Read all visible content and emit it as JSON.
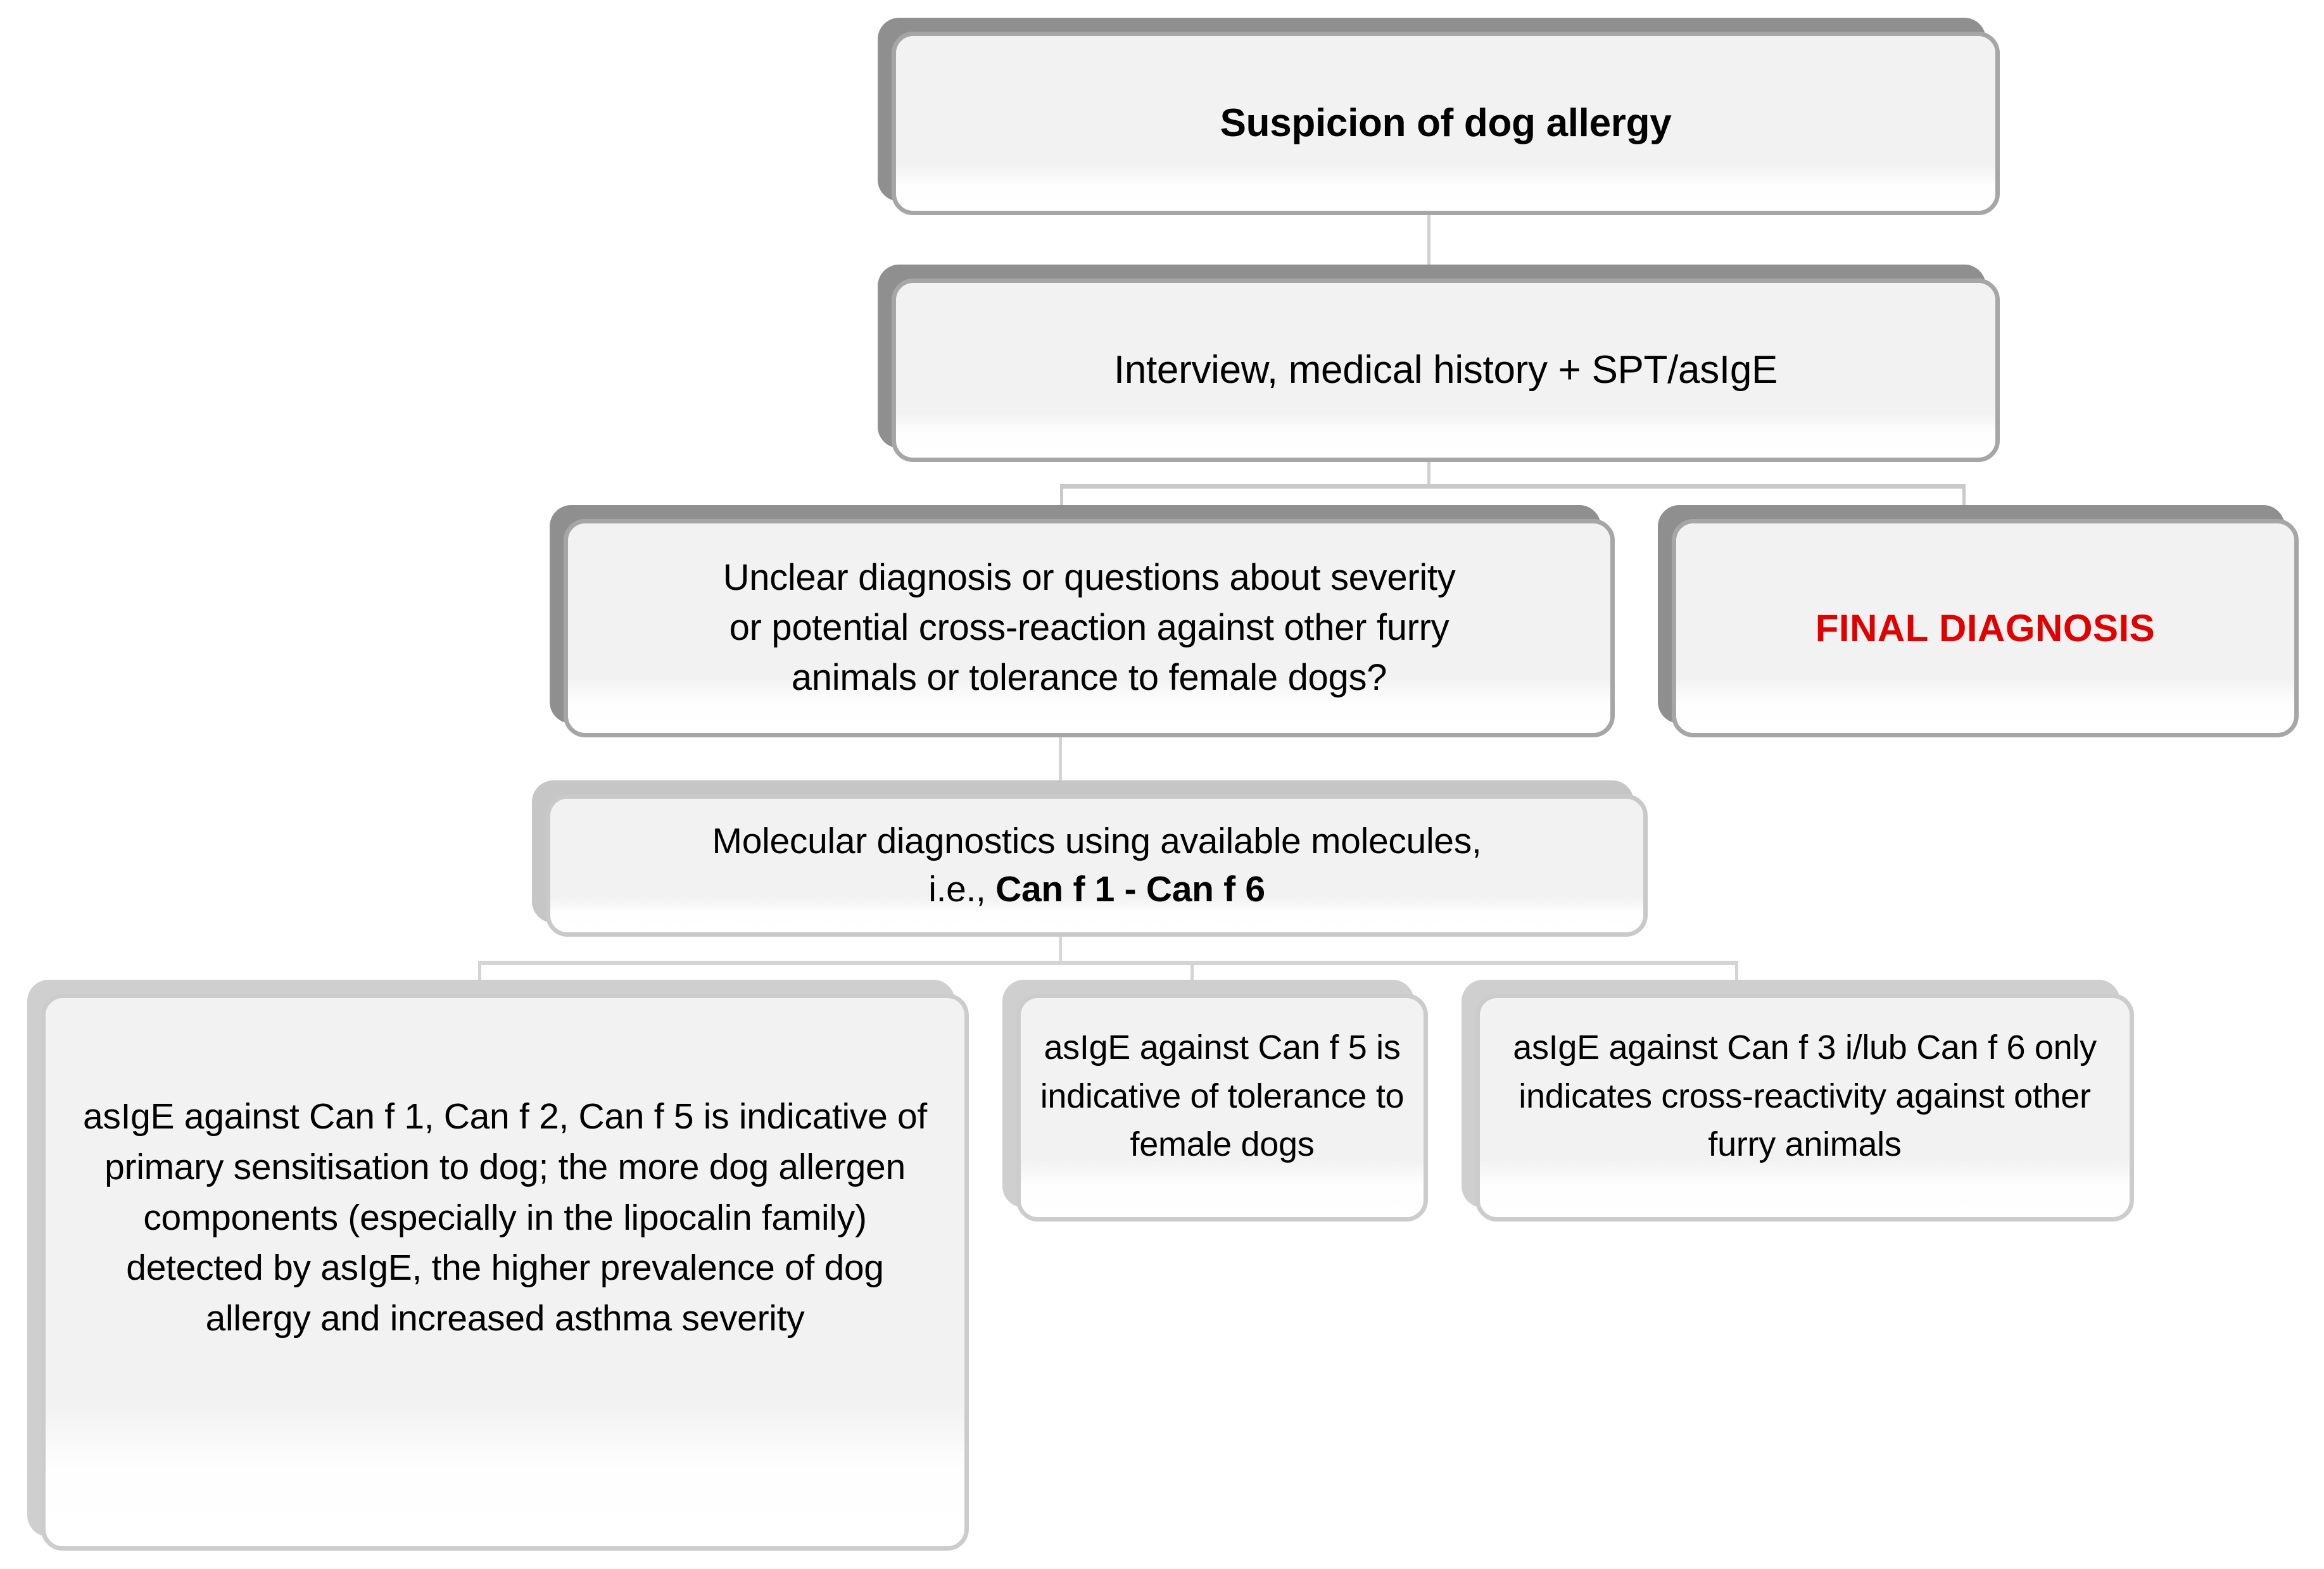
{
  "diagram": {
    "type": "flowchart",
    "title_node": "Suspicion of dog allergy",
    "accent_color": "#e00000",
    "box_fill": "#f2f2f2",
    "box_border": "#a6a6a6",
    "shadow_color": "#8f8f8f",
    "connector_color": "#bfbfbf"
  },
  "nodes": {
    "suspicion": {
      "text": "Suspicion of dog allergy"
    },
    "interview": {
      "text": "Interview, medical history + SPT/asIgE"
    },
    "unclear": {
      "line1": "Unclear diagnosis or questions about severity",
      "line2": "or potential cross-reaction against other furry",
      "line3": "animals or tolerance to female dogs?"
    },
    "final_diagnosis": {
      "text": "FINAL DIAGNOSIS"
    },
    "molecular": {
      "line1": "Molecular diagnostics using available molecules,",
      "line2_normal": "i.e., ",
      "line2_bold": "Can f 1 - Can f 6"
    },
    "primary_sensitisation": {
      "text": "asIgE against Can f 1, Can f 2, Can f 5 is indicative of primary sensitisation to dog; the more dog allergen components (especially in the lipocalin family) detected by asIgE, the higher prevalence of dog allergy and increased asthma severity"
    },
    "tolerance": {
      "text": "asIgE against Can f 5 is indicative of tolerance to female dogs"
    },
    "cross_reactivity": {
      "text": "asIgE against Can f 3 i/lub Can f 6 only indicates cross-reactivity against other furry animals"
    }
  }
}
